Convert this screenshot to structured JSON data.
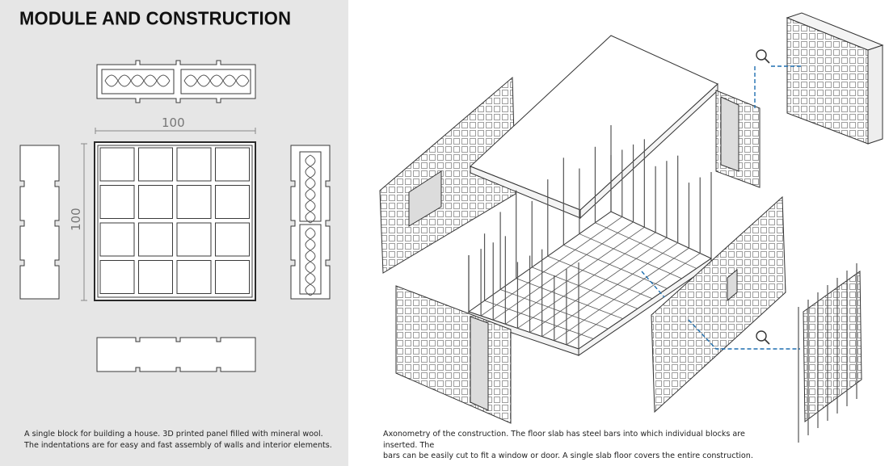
{
  "title": "MODULE AND CONSTRUCTION",
  "dimensions": {
    "width_label": "100",
    "height_label": "100"
  },
  "captions": {
    "module": [
      "A single block for building a house. 3D printed panel filled with mineral wool.",
      "The indentations are for easy and fast assembly of walls and interior elements."
    ],
    "axonometry": [
      "Axonometry of the construction. The floor slab has steel bars into which individual blocks are inserted. The",
      "bars can be easily cut to fit a window or door. A single slab floor covers the entire construction."
    ]
  },
  "colors": {
    "left_panel_bg": "#e6e6e6",
    "line": "#3a3a3a",
    "dimension": "#888888",
    "callout": "#1f6fb0"
  },
  "icons": [
    "magnifier-icon",
    "magnifier-icon"
  ]
}
